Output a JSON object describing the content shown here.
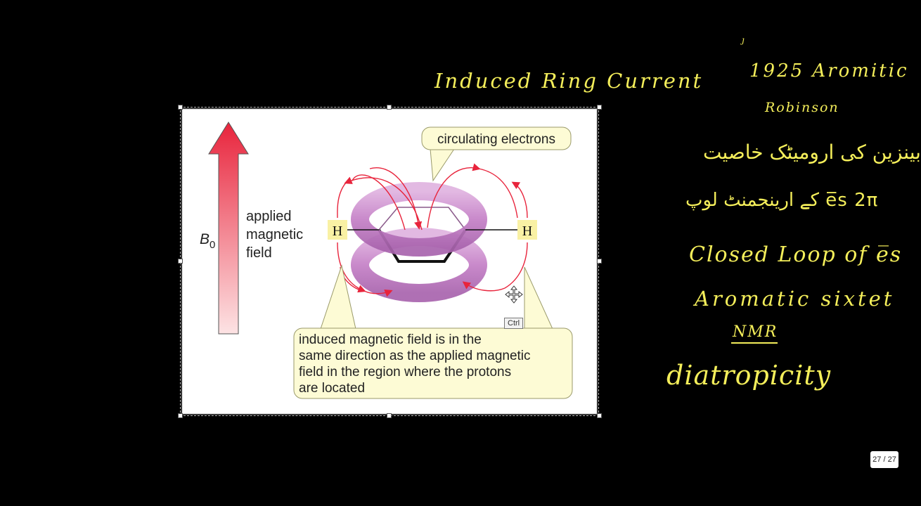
{
  "slide": {
    "heading": "Induced Ring Current",
    "diagram": {
      "b0_label": "B",
      "b0_subscript": "0",
      "applied_field_lines": [
        "applied",
        "magnetic",
        "field"
      ],
      "circulating_label": "circulating electrons",
      "h_left": "H",
      "h_right": "H",
      "induced_lines": [
        "induced magnetic field is in the",
        "same direction as the applied magnetic",
        "field in the region where the protons",
        "are located"
      ]
    },
    "annotations": {
      "tick": "ȷ",
      "year": "1925 Aromitic",
      "name": "Robinson",
      "urdu_line1": "بینزین کی ارومیٹک خاصیت",
      "urdu_line2": "e̅s 2π کے ارینجمنٹ لوپ",
      "closed_loop": "Closed Loop of e̅s",
      "sextet": "Aromatic sixtet",
      "nmr": "NMR",
      "diatropicity": "diatropicity"
    }
  },
  "viewer": {
    "page_counter": "27 / 27",
    "tooltip": "Ctrl"
  },
  "colors": {
    "ink": "#f4ee5a",
    "arrow_red": "#e8243c",
    "torus": "#c98bc9",
    "callout_fill": "#fdfbd5",
    "h_box": "#f9f1a4"
  }
}
